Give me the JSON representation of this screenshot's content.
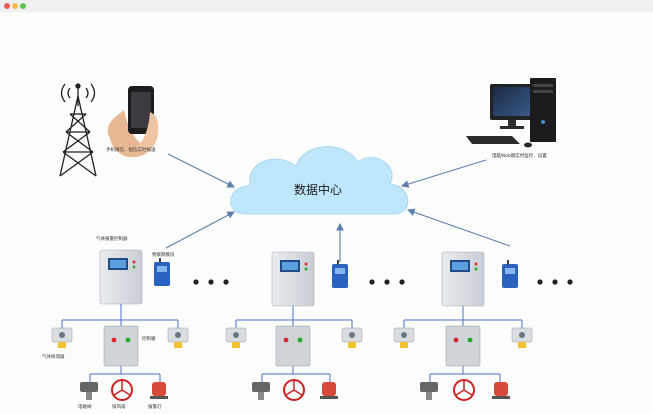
{
  "window": {
    "controls": [
      "close",
      "minimize",
      "maximize"
    ]
  },
  "cloud": {
    "label": "数据中心",
    "color": "#bfe7fb"
  },
  "labels": {
    "phone_caption": "手机微信、短信实时报送",
    "pc_caption": "电脑Web端实时监控、设置",
    "controller_left": "气体报警控制器",
    "module_left": "物联网模块",
    "detector_left": "气体探测器",
    "box_left": "控制箱",
    "valve_left": "电磁阀",
    "fan_left": "排风扇",
    "alarm_left": "报警灯"
  },
  "colors": {
    "arrow": "#5a7fb0",
    "line": "#4a6fd0",
    "module": "#2a62c0"
  },
  "icons": [
    "tower-icon",
    "phone-icon",
    "computer-icon",
    "cloud-icon",
    "controller-icon",
    "iot-module-icon",
    "gas-detector-icon",
    "control-box-icon",
    "valve-icon",
    "fan-icon",
    "alarm-light-icon"
  ]
}
